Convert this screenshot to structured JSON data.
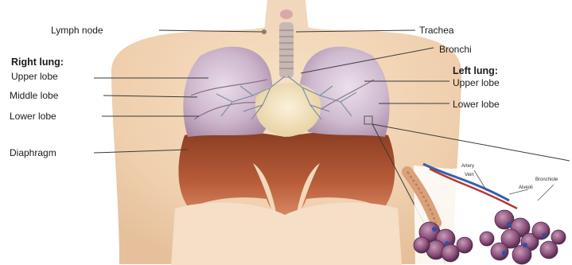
{
  "labels": {
    "lymph_node": "Lymph node",
    "trachea": "Trachea",
    "bronchi": "Bronchi",
    "right_lung": "Right lung:",
    "right_upper_lobe": "Upper lobe",
    "middle_lobe": "Middle lobe",
    "right_lower_lobe": "Lower lobe",
    "diaphragm": "Diaphragm",
    "left_lung": "Left lung:",
    "left_upper_lobe": "Upper lobe",
    "left_lower_lobe": "Lower lobe",
    "artery": "Artery",
    "vein": "Vein",
    "bronchiole": "Bronchiole",
    "alveoli": "Alveoli"
  }
}
